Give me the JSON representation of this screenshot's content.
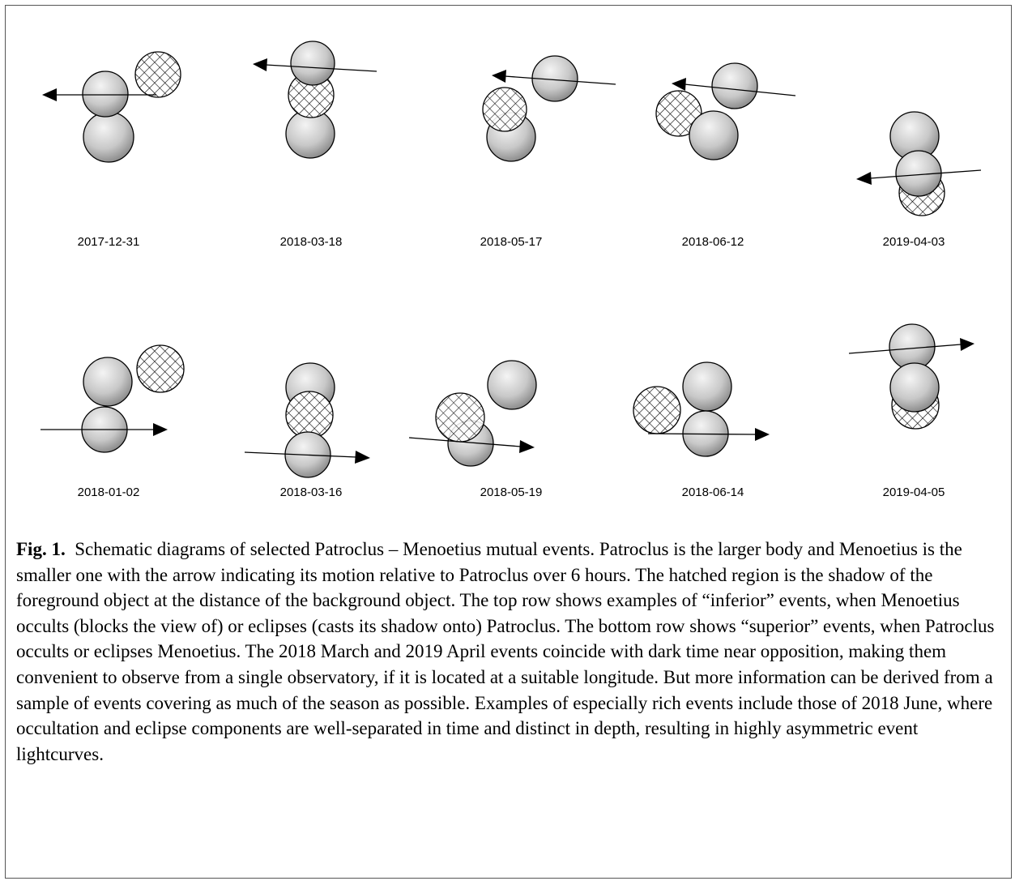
{
  "labels": {
    "top": [
      "2017-12-31",
      "2018-03-18",
      "2018-05-17",
      "2018-06-12",
      "2019-04-03"
    ],
    "bottom": [
      "2018-01-02",
      "2018-03-16",
      "2018-05-19",
      "2018-06-14",
      "2019-04-05"
    ]
  },
  "colors": {
    "body_light": "#f4f4f4",
    "body_dark": "#8a8a8a",
    "stroke": "#000000"
  },
  "caption": {
    "label": "Fig. 1.",
    "text": "Schematic diagrams of selected Patroclus – Menoetius mutual events.  Patroclus is the larger body and Menoetius is the smaller one with the arrow indicating its motion relative to Patroclus over 6 hours.  The hatched region is the shadow of the foreground object at the distance of the background object.  The top row shows examples of “inferior” events, when Menoetius occults (blocks the view of) or eclipses (casts its shadow onto) Patroclus.  The bottom row shows “superior” events, when Patroclus occults or eclipses Menoetius.  The 2018 March and 2019 April events coincide with dark time near opposition, making them convenient to observe from a single observatory, if it is located at a suitable longitude.  But more information can be derived from a sample of events covering as much of the season as possible.  Examples of especially rich events include those of 2018 June, where occultation and eclipse components are well-separated in time and distinct in depth, resulting in highly asymmetric event lightcurves."
  }
}
